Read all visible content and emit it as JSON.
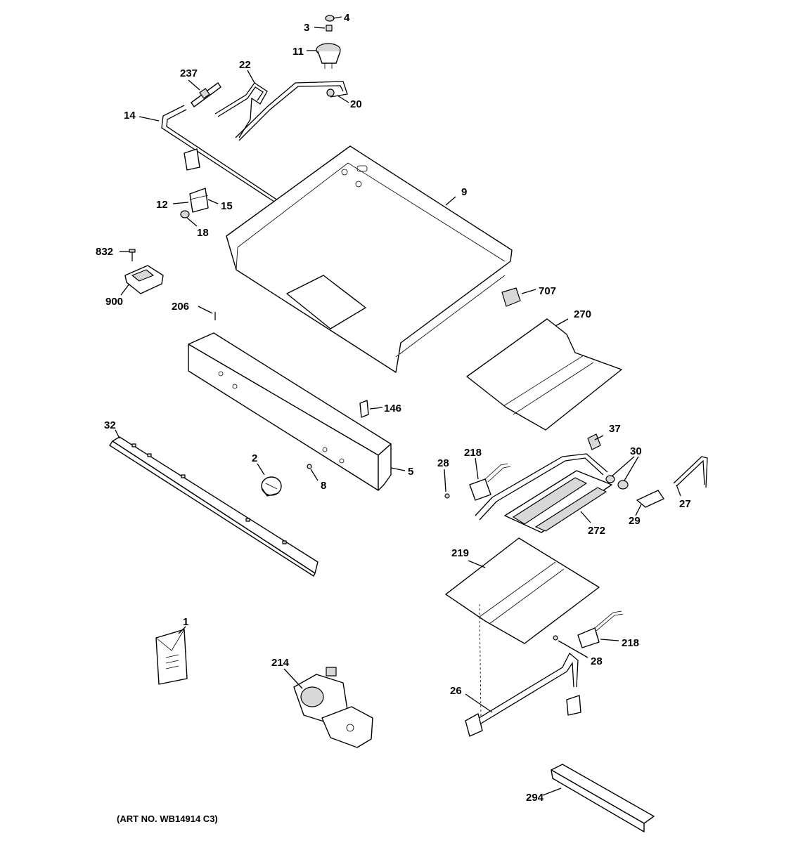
{
  "callouts": {
    "c1": "1",
    "c2": "2",
    "c3": "3",
    "c4": "4",
    "c5": "5",
    "c8": "8",
    "c9": "9",
    "c11": "11",
    "c12": "12",
    "c14": "14",
    "c15": "15",
    "c18": "18",
    "c20": "20",
    "c22": "22",
    "c26": "26",
    "c27": "27",
    "c28a": "28",
    "c28b": "28",
    "c29": "29",
    "c30": "30",
    "c32": "32",
    "c37": "37",
    "c146": "146",
    "c206": "206",
    "c214": "214",
    "c218a": "218",
    "c218b": "218",
    "c219": "219",
    "c237": "237",
    "c270": "270",
    "c272": "272",
    "c294": "294",
    "c707": "707",
    "c832": "832",
    "c900": "900"
  },
  "art_number": "(ART NO. WB14914 C3)"
}
